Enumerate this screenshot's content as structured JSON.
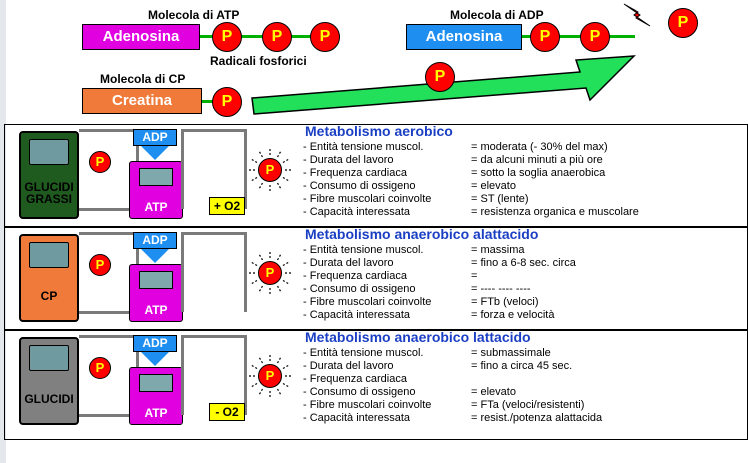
{
  "top": {
    "atp_title": "Molecola di ATP",
    "adp_title": "Molecola di ADP",
    "cp_title": "Molecola di CP",
    "radicali": "Radicali fosforici",
    "adenosina": "Adenosina",
    "creatina": "Creatina",
    "p": "P"
  },
  "panels": [
    {
      "title": "Metabolismo aerobico",
      "fuel_lines": [
        "GLUCIDI",
        "GRASSI"
      ],
      "canister_color": "#1f5a1f",
      "oxygen": "+ O2",
      "rows": [
        {
          "k": "- Entità tensione muscol.",
          "v": "= moderata (- 30% del max)"
        },
        {
          "k": "- Durata del lavoro",
          "v": "= da alcuni minuti a più ore"
        },
        {
          "k": "- Frequenza cardiaca",
          "v": "= sotto la soglia anaerobica"
        },
        {
          "k": "- Consumo di ossigeno",
          "v": "= elevato"
        },
        {
          "k": "- Fibre muscolari coinvolte",
          "v": "= ST (lente)"
        },
        {
          "k": "- Capacità interessata",
          "v": "= resistenza organica e muscolare"
        }
      ]
    },
    {
      "title": "Metabolismo anaerobico alattacido",
      "fuel_lines": [
        "CP"
      ],
      "canister_color": "#f07a3a",
      "oxygen": "",
      "rows": [
        {
          "k": "- Entità tensione muscol.",
          "v": "= massima"
        },
        {
          "k": "- Durata del lavoro",
          "v": "= fino a 6-8 sec. circa"
        },
        {
          "k": "- Frequenza cardiaca",
          "v": "="
        },
        {
          "k": "- Consumo di ossigeno",
          "v": "= ---- ---- ----"
        },
        {
          "k": "- Fibre muscolari coinvolte",
          "v": "= FTb (veloci)"
        },
        {
          "k": "- Capacità interessata",
          "v": "= forza e velocità"
        }
      ]
    },
    {
      "title": "Metabolismo anaerobico lattacido",
      "fuel_lines": [
        "GLUCIDI"
      ],
      "canister_color": "#808080",
      "oxygen": "- O2",
      "rows": [
        {
          "k": "- Entità tensione muscol.",
          "v": "= submassimale"
        },
        {
          "k": "- Durata del lavoro",
          "v": "= fino a circa 45 sec."
        },
        {
          "k": "- Frequenza cardiaca",
          "v": ""
        },
        {
          "k": "- Consumo di ossigeno",
          "v": "= elevato"
        },
        {
          "k": "- Fibre muscolari coinvolte",
          "v": "= FTa (veloci/resistenti)"
        },
        {
          "k": "- Capacità interessata",
          "v": "= resist./potenza alattacida"
        }
      ]
    }
  ],
  "labels": {
    "adp": "ADP",
    "atp": "ATP",
    "p": "P"
  },
  "colors": {
    "adenosina_atp": "#e000e0",
    "adenosina_adp": "#1e8ff0",
    "creatina": "#f07a3a",
    "phosphate": "#ff0000",
    "title_blue": "#1a3fc4"
  }
}
